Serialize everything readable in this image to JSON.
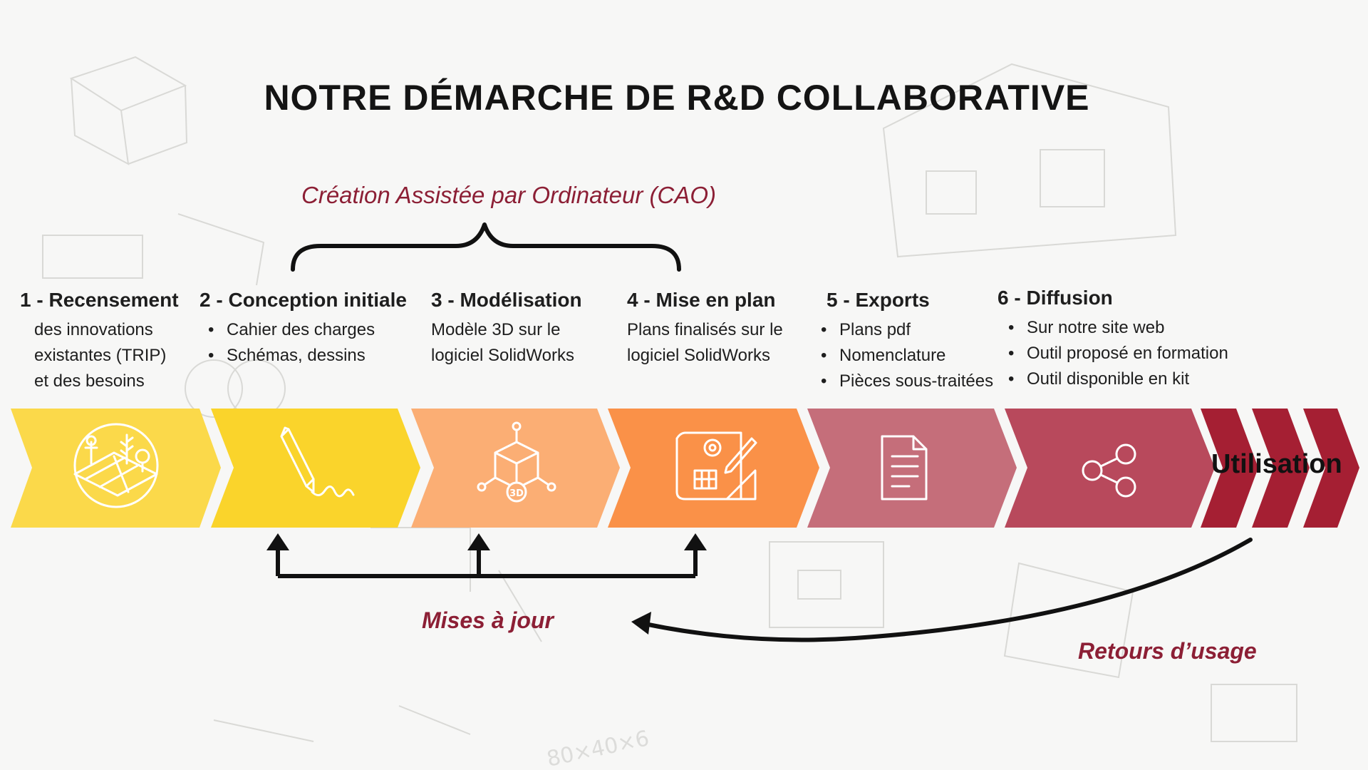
{
  "title": "NOTRE DÉMARCHE DE R&D COLLABORATIVE",
  "cao_label": "Création Assistée par Ordinateur (CAO)",
  "steps": [
    {
      "num": "1 -",
      "name": "Recensement",
      "lines": [
        "des innovations",
        "existantes (TRIP)",
        "et des besoins"
      ],
      "color": "#fbd94a",
      "icon": "farm-icon"
    },
    {
      "num": "2 -",
      "name": "Conception initiale",
      "bullets": [
        "Cahier des charges",
        "Schémas, dessins"
      ],
      "color": "#fad42b",
      "icon": "pencil-icon"
    },
    {
      "num": "3 -",
      "name": "Modélisation",
      "lines": [
        "Modèle 3D sur le",
        "logiciel SolidWorks"
      ],
      "color": "#fbae74",
      "icon": "3d-cube-icon"
    },
    {
      "num": "4 -",
      "name": "Mise en plan",
      "lines": [
        "Plans  finalisés sur le",
        "logiciel SolidWorks"
      ],
      "color": "#fa9148",
      "icon": "blueprint-icon"
    },
    {
      "num": "5 -",
      "name": "Exports",
      "bullets": [
        "Plans  pdf",
        "Nomenclature",
        "Pièces sous-traitées"
      ],
      "color": "#c56e7a",
      "icon": "document-icon"
    },
    {
      "num": "6 -",
      "name": "Diffusion",
      "bullets": [
        "Sur notre site web",
        "Outil proposé en formation",
        "Outil disponible en kit"
      ],
      "color": "#b8495c",
      "icon": "share-icon"
    }
  ],
  "final_stage": {
    "label": "Utilisation",
    "color": "#a51f33"
  },
  "feedback": {
    "updates": "Mises à jour",
    "usage": "Retours d’usage",
    "accent": "#8c1f35"
  }
}
